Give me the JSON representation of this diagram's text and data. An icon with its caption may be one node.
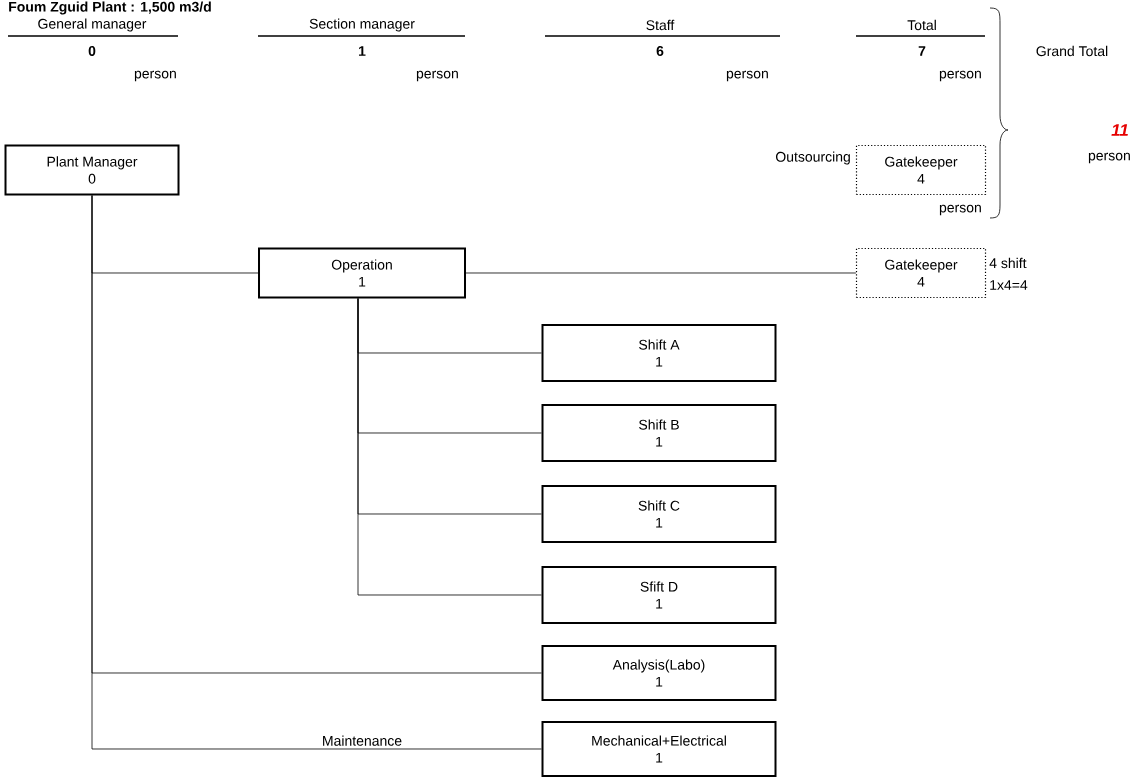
{
  "diagram": {
    "title": "Foum Zguid Plant : 1,500 m3/d",
    "nodes": [
      {
        "text": [
          "Plant Manager",
          "0"
        ]
      },
      {
        "text": [
          "Gatekeeper",
          "4"
        ],
        "beside": [
          "Outsourcing"
        ]
      },
      {
        "text": [
          "Operation",
          "1"
        ]
      },
      {
        "text": [
          "Gatekeeper",
          "4"
        ],
        "beside": [
          "4 shift",
          "1x4=4"
        ]
      },
      {
        "text": [
          "Shift A",
          "1"
        ]
      },
      {
        "text": [
          "Shift B",
          "1"
        ]
      },
      {
        "text": [
          "Shift C",
          "1"
        ]
      },
      {
        "text": [
          "Sfift D",
          "1"
        ]
      },
      {
        "text": [
          "Analysis(Labo)",
          "1"
        ]
      },
      {
        "text": [
          "Mechanical+Electrical",
          "1"
        ]
      }
    ],
    "edges": [
      {
        "from": 0,
        "to": 2,
        "arrow": "none"
      },
      {
        "from": 2,
        "to": 3,
        "arrow": "none"
      },
      {
        "from": 2,
        "to": 4,
        "arrow": "none"
      },
      {
        "from": 2,
        "to": 5,
        "arrow": "none"
      },
      {
        "from": 2,
        "to": 6,
        "arrow": "none"
      },
      {
        "from": 2,
        "to": 7,
        "arrow": "none"
      },
      {
        "from": 0,
        "to": 8,
        "arrow": "none"
      },
      {
        "from": 0,
        "to": 9,
        "arrow": "none",
        "label": "Maintenance"
      }
    ],
    "labels": [
      "General manager",
      "Section manager",
      "Staff",
      "Total",
      "0",
      "1",
      "6",
      "7",
      "Grand Total",
      "person",
      "person",
      "person",
      "person",
      "11",
      "person",
      "person"
    ]
  }
}
